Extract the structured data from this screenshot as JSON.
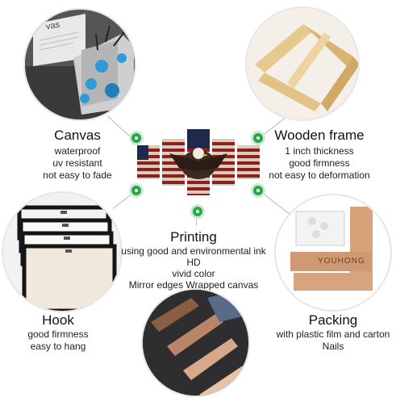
{
  "features": {
    "canvas": {
      "title": "Canvas",
      "lines": [
        "waterproof",
        "uv resistant",
        "not easy to fade"
      ]
    },
    "wooden_frame": {
      "title": "Wooden frame",
      "lines": [
        "1 inch thickness",
        "good firmness",
        "not easy to deformation"
      ]
    },
    "printing": {
      "title": "Printing",
      "lines": [
        "using good and environmental ink",
        "HD",
        "vivid color",
        "Mirror edges Wrapped canvas"
      ]
    },
    "hook": {
      "title": "Hook",
      "lines": [
        "good firmness",
        "easy to hang"
      ]
    },
    "packing": {
      "title": "Packing",
      "lines": [
        "with plastic film and carton",
        "Nails"
      ]
    }
  },
  "images": {
    "canvas_photo_text": "vas",
    "packing_box_text": "YOUHONG"
  },
  "colors": {
    "accent_dot": "#27a84a",
    "connector": "#b9b9b9"
  }
}
